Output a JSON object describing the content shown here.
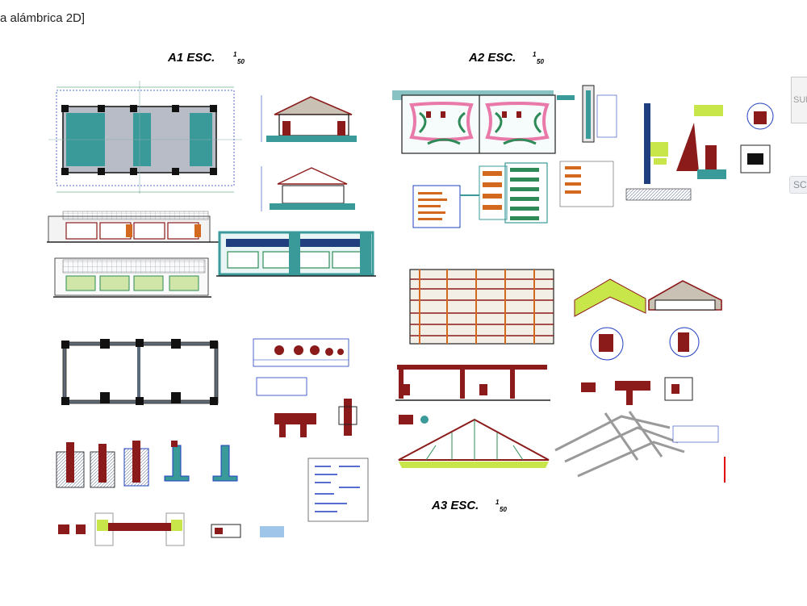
{
  "viewport": {
    "label": "a alámbrica 2D]"
  },
  "sheets": {
    "a1": {
      "title": "A1  ESC.",
      "scale_num": "1",
      "scale_den": "50"
    },
    "a2": {
      "title": "A2  ESC.",
      "scale_num": "1",
      "scale_den": "50"
    },
    "a3": {
      "title": "A3  ESC.",
      "scale_num": "1",
      "scale_den": "50"
    }
  },
  "navigation": {
    "viewcube_label": "SUR",
    "wcs_label": "SC"
  },
  "colors": {
    "background": "#ffffff",
    "teal": "#3a9a9a",
    "dark_red": "#8b1a1a",
    "blue": "#1f3fbf",
    "green": "#2e8b57",
    "pink": "#e879a8",
    "yellow_green": "#c8e64a",
    "orange": "#d2691e",
    "gray": "#9a9a9a",
    "red_marker": "#e00000"
  },
  "icons": {
    "viewcube": "viewcube-icon",
    "wcs": "wcs-menu-icon"
  }
}
